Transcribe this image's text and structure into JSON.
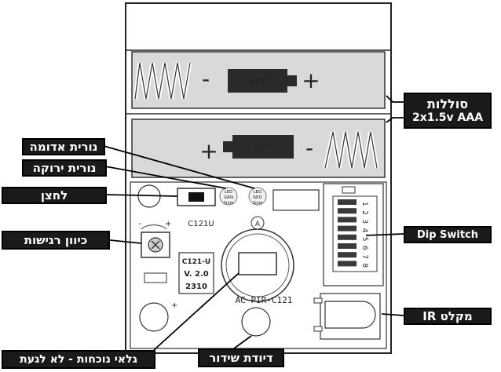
{
  "battery_compartment": {
    "battery_label": "BATT"
  },
  "board": {
    "model_label": "C121U",
    "chip_label": [
      "C121-U",
      "V. 2.0",
      "2310"
    ],
    "silk_text": "AC PIR-C121",
    "led_green": [
      "LED",
      "GRN",
      "3mm"
    ],
    "led_red": [
      "LED",
      "RED",
      "3mm"
    ],
    "sensor_marker": "A",
    "dip_corner_mark": "1",
    "dip_numbers": [
      "1",
      "2",
      "3",
      "4",
      "5",
      "6",
      "7",
      "8"
    ],
    "plus_mark": "+",
    "minus_mark": "-"
  },
  "callouts": {
    "batteries_title": "סוללות",
    "batteries_spec": "2x1.5v AAA",
    "red_led": "נורית אדומה",
    "green_led": "נורית ירוקה",
    "button": "לחצן",
    "sensitivity": "כיוון רגישות",
    "dip_switch": "Dip Switch",
    "ir_receiver": "מקלט IR",
    "pir_sensor": "גלאי נוכחות - לא לגעת",
    "transmitter_diode": "דיודת שידור"
  }
}
